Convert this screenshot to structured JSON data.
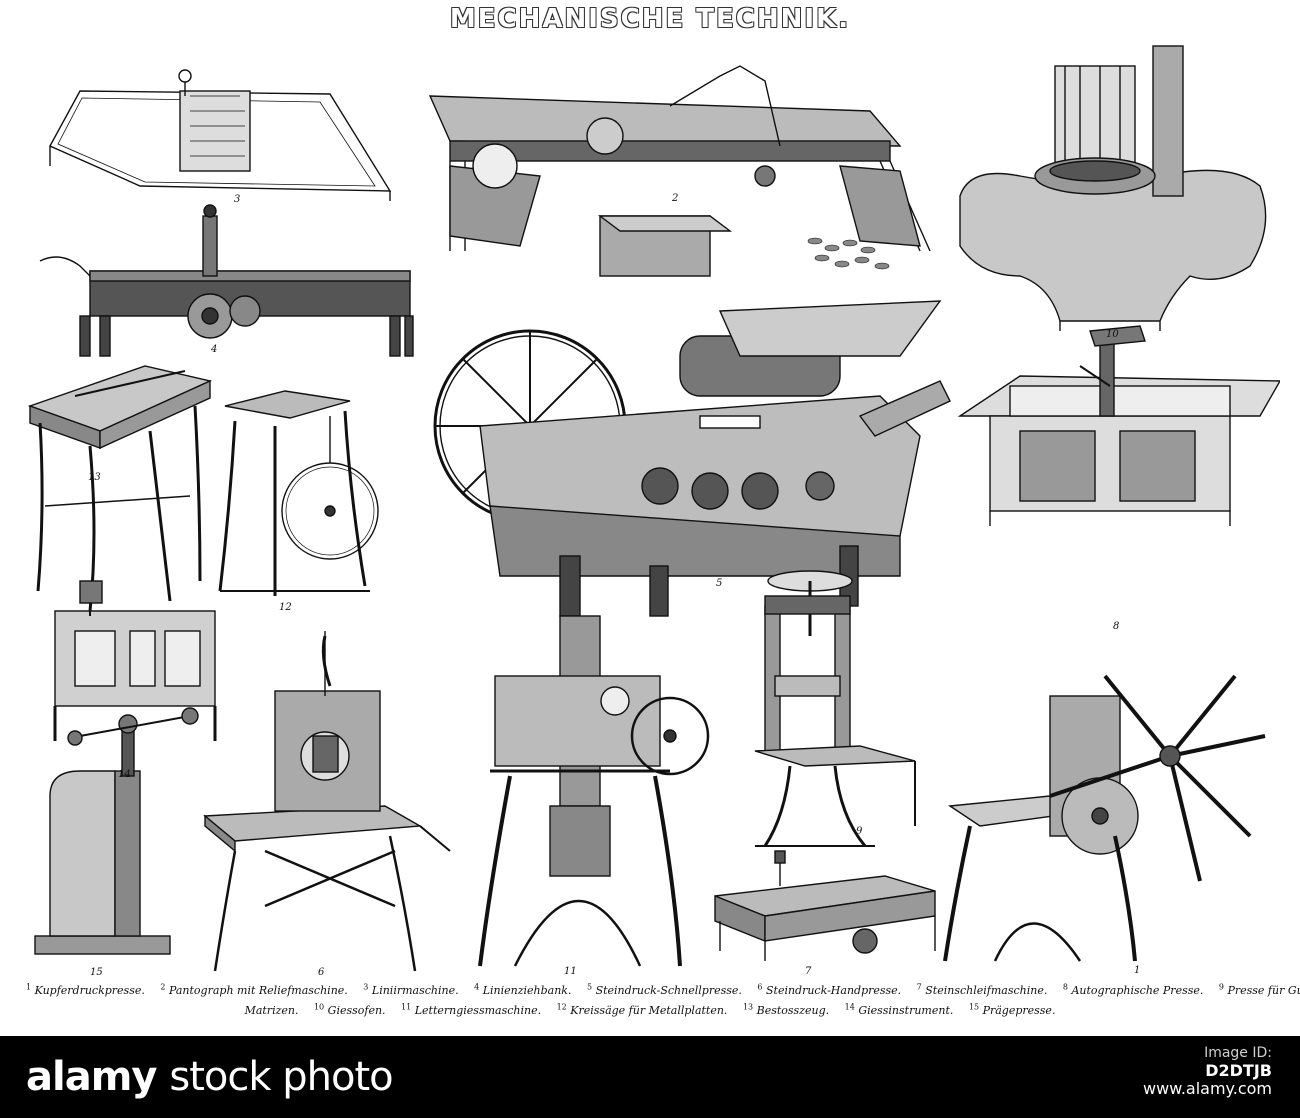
{
  "title": "MECHANISCHE TECHNIK.",
  "figure_numbers": {
    "f3": "3",
    "f2": "2",
    "f4": "4",
    "f10": "10",
    "f13": "13",
    "f12": "12",
    "f5": "5",
    "f8": "8",
    "f14": "14",
    "f9": "9",
    "f15": "15",
    "f6": "6",
    "f11": "11",
    "f7": "7",
    "f1": "1"
  },
  "caption": {
    "line1": [
      {
        "n": "1",
        "t": "Kupferdruckpresse."
      },
      {
        "n": "2",
        "t": "Pantograph mit Reliefmaschine."
      },
      {
        "n": "3",
        "t": "Liniirmaschine."
      },
      {
        "n": "4",
        "t": "Linienziehbank."
      },
      {
        "n": "5",
        "t": "Steindruck-Schnellpresse."
      },
      {
        "n": "6",
        "t": "Steindruck-Handpresse."
      },
      {
        "n": "7",
        "t": "Steinschleifmaschine."
      },
      {
        "n": "8",
        "t": "Autographische Presse."
      },
      {
        "n": "9",
        "t": "Presse für Guttapercha-"
      }
    ],
    "line2_start": "Matrizen.",
    "line2": [
      {
        "n": "10",
        "t": "Giessofen."
      },
      {
        "n": "11",
        "t": "Letterngiessmaschine."
      },
      {
        "n": "12",
        "t": "Kreissäge für Metallplatten."
      },
      {
        "n": "13",
        "t": "Bestosszeug."
      },
      {
        "n": "14",
        "t": "Giessinstrument."
      },
      {
        "n": "15",
        "t": "Prägepresse."
      }
    ]
  },
  "watermark": {
    "logo_a": "alamy",
    "logo_b": "stock photo",
    "id_label": "Image ID:",
    "id_value": "D2DTJB",
    "site": "www.alamy.com"
  },
  "colors": {
    "ink": "#111111",
    "paper": "#ffffff",
    "banner": "#000000"
  }
}
